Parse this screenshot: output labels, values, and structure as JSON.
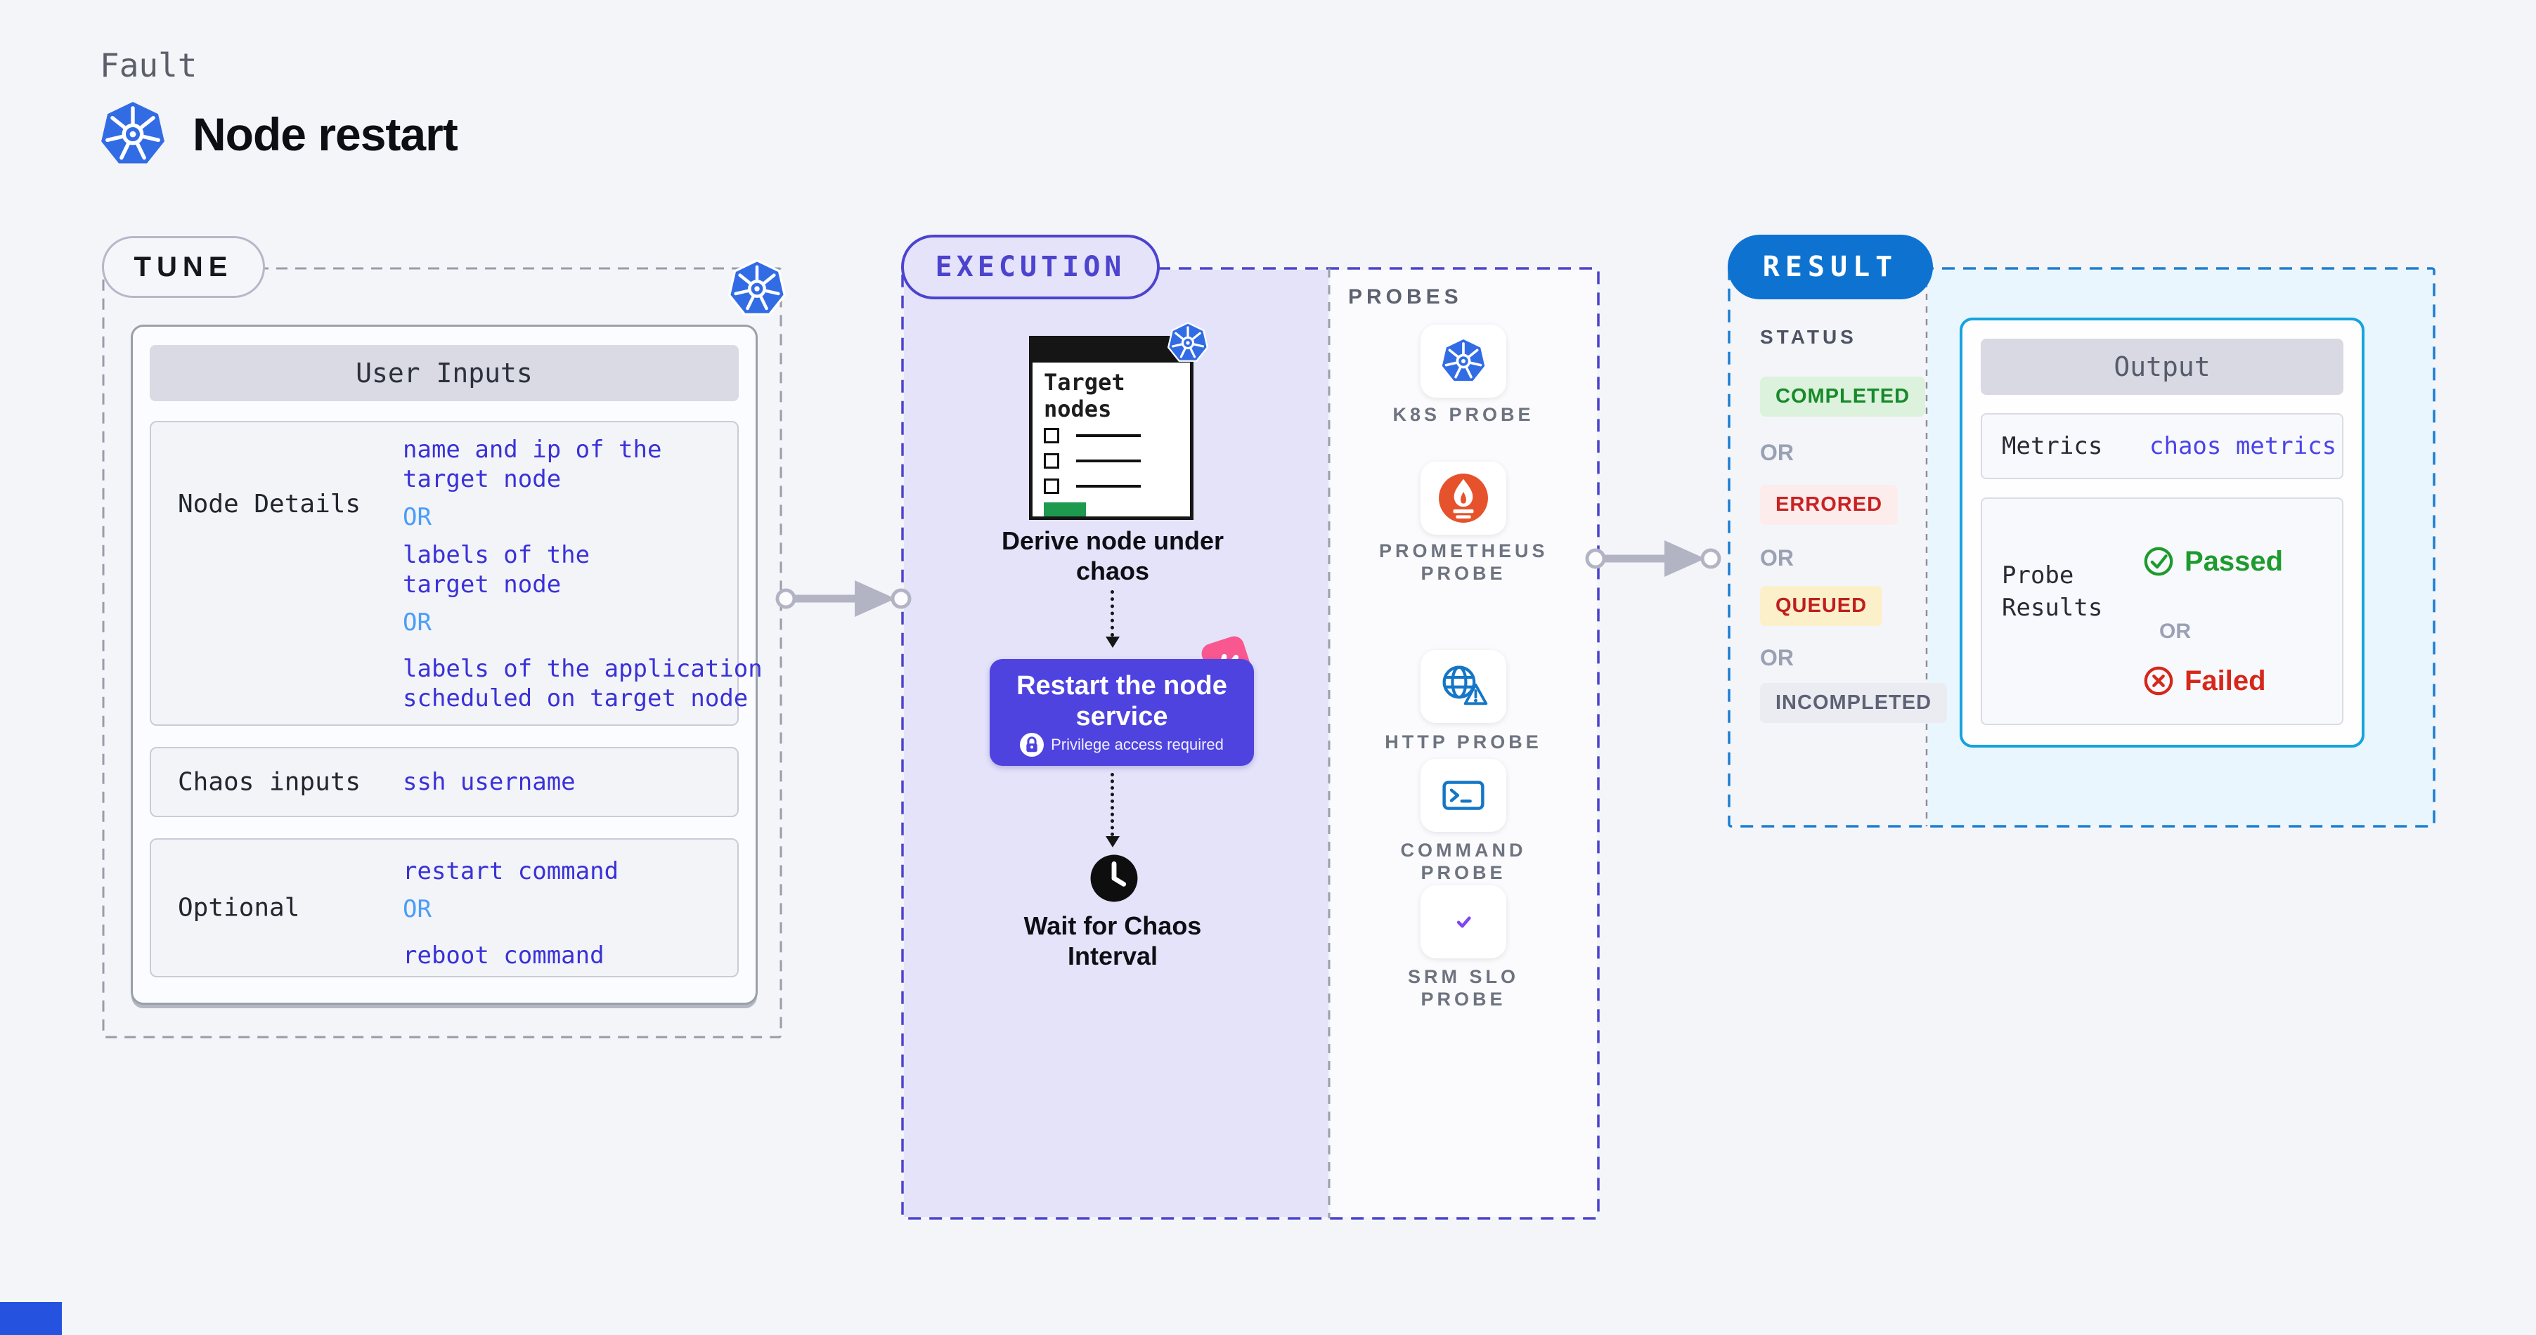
{
  "header": {
    "eyebrow": "Fault",
    "title": "Node restart"
  },
  "tune": {
    "badge": "TUNE",
    "table": {
      "header": "User Inputs",
      "rows": [
        {
          "label": "Node Details",
          "lines": [
            "name and ip of the",
            "target node",
            "OR",
            "labels of the",
            "target node",
            "OR",
            "labels of the application",
            "scheduled on target node"
          ]
        },
        {
          "label": "Chaos inputs",
          "lines": [
            "ssh username"
          ]
        },
        {
          "label": "Optional",
          "lines": [
            "restart command",
            "OR",
            "reboot command"
          ]
        }
      ]
    }
  },
  "execution": {
    "badge": "EXECUTION",
    "clipboard_title": "Target nodes",
    "derive_label": "Derive node under chaos",
    "restart_label": "Restart the node service",
    "privilege_note": "Privilege access required",
    "wait_label": "Wait for Chaos Interval"
  },
  "probes": {
    "heading": "PROBES",
    "items": [
      {
        "icon": "kubernetes-icon",
        "label": "K8S PROBE"
      },
      {
        "icon": "prometheus-icon",
        "label": "PROMETHEUS PROBE"
      },
      {
        "icon": "http-globe-icon",
        "label": "HTTP PROBE"
      },
      {
        "icon": "terminal-icon",
        "label": "COMMAND PROBE"
      },
      {
        "icon": "slo-pie-icon",
        "label": "SRM SLO PROBE"
      }
    ]
  },
  "result": {
    "badge": "RESULT",
    "status": {
      "heading": "STATUS",
      "badges": [
        "COMPLETED",
        "ERRORED",
        "QUEUED",
        "INCOMPLETED"
      ],
      "or": "OR"
    },
    "output": {
      "header": "Output",
      "metrics_label": "Metrics",
      "metrics_value": "chaos metrics",
      "probe_results_label": "Probe Results",
      "passed": "Passed",
      "or": "OR",
      "failed": "Failed"
    }
  },
  "colors": {
    "page_bg": "#f4f5f9",
    "execution_indigo": "#4c43ce",
    "execution_fill": "#e5e3fa",
    "restart_button": "#4f43df",
    "tune_border": "#979da9",
    "result_blue": "#0e73d0",
    "result_dash": "#1c7ed2",
    "output_border": "#15a4dd",
    "output_fill": "#e9f6fd",
    "value_indigo": "#3a31d8",
    "or_blue": "#4a9df8",
    "kubernetes_blue": "#326ce5",
    "prometheus_orange": "#e6522c",
    "http_blue": "#1476c6",
    "slo_purple": "#7d43f0",
    "litmus_pink": "#f9578f",
    "completed_green": "#168a2a",
    "errored_red": "#c92222",
    "queued_red": "#c01e1e",
    "passed_green": "#1d9b2e",
    "failed_red": "#d5281a",
    "arrow_gray": "#b2b4c3",
    "clipboard_green": "#1d9a4e"
  }
}
